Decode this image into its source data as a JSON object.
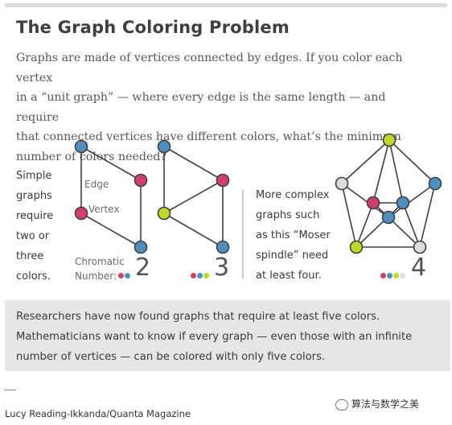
{
  "title": "The Graph Coloring Problem",
  "intro_lines": [
    "Graphs are made of vertices connected by edges. If you color each vertex",
    "in a “unit graph” — where every edge is the same length — and require",
    "that connected vertices have different colors, what’s the minimum",
    "number of colors needed?"
  ],
  "left_text": [
    "Simple",
    "graphs",
    "require",
    "two or",
    "three",
    "colors."
  ],
  "right_text": [
    "More complex",
    "graphs such",
    "as this “Moser",
    "spindle” need",
    "at least four."
  ],
  "labels": {
    "edge": "Edge",
    "vertex": "Vertex",
    "chromatic_1": "Chromatic",
    "chromatic_2": "Number:"
  },
  "numbers": {
    "g1": "2",
    "g2": "3",
    "g3": "4"
  },
  "colors": {
    "blue": "#4f8fc0",
    "red": "#d43f6a",
    "green": "#c5d62a",
    "gray": "#dedede",
    "edge": "#3f3f3f"
  },
  "palettes": {
    "g1": [
      "red",
      "blue"
    ],
    "g2": [
      "red",
      "blue",
      "green"
    ],
    "g3": [
      "red",
      "blue",
      "green",
      "gray"
    ]
  },
  "band_lines": [
    "Researchers have now found graphs that require at least five colors.",
    "Mathematicians want to know if every graph — even those with an infinite",
    "number of vertices — can be colored with only five colors."
  ],
  "credit": "Lucy Reading-Ikkanda/Quanta Magazine",
  "watermark": "算法与数学之美",
  "graph1": {
    "vertices": [
      "blue",
      "red",
      "red",
      "blue"
    ]
  },
  "graph2": {
    "vertices": [
      "blue",
      "red",
      "green",
      "blue"
    ]
  },
  "graph3": {
    "vertices": [
      "green",
      "gray",
      "blue",
      "red",
      "blue",
      "green",
      "blue",
      "gray"
    ]
  }
}
